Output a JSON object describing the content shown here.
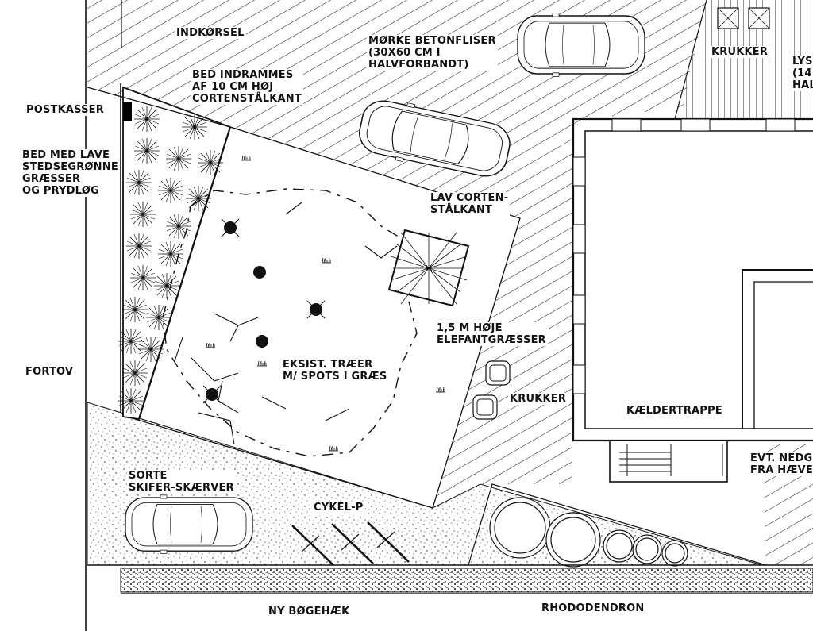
{
  "labels": {
    "indkorsel": "INDKØRSEL",
    "betonfliser": "MØRKE BETONFLISER\n(30X60 CM I\nHALVFORBANDT)",
    "krukker_top": "KRUKKER",
    "lys_cut": "LYS\n(14\nHAL",
    "bed_indrammes": "BED INDRAMMES\nAF 10 CM HØJ\nCORTENSTÅLKANT",
    "postkasser": "POSTKASSER",
    "bed_lave": "BED MED LAVE\nSTEDSEGRØNNE\nGRÆSSER\nOG PRYDLØG",
    "lav_corten": "LAV CORTEN-\nSTÅLKANT",
    "elefant": "1,5 M HØJE\nELEFANTGRÆSSER",
    "eksist": "EKSIST. TRÆER\nM/ SPOTS I GRÆS",
    "fortov": "FORTOV",
    "krukker_mid": "KRUKKER",
    "kaeldertrappe": "KÆLDERTRAPPE",
    "evt_nedg": "EVT. NEDG\nFRA HÆVE",
    "sorte_skifer": "SORTE\nSKIFER-SKÆRVER",
    "cykel_p": "CYKEL-P",
    "ny_bogehaek": "NY BØGEHÆK",
    "rhododendron": "RHODODENDRON"
  },
  "colors": {
    "ink": "#111111",
    "paper": "#ffffff",
    "mailbox": "#000000"
  },
  "icons": [
    "car-icon",
    "tree-symbol-icon",
    "bicycle-icon",
    "pot-icon",
    "shrub-icon"
  ]
}
